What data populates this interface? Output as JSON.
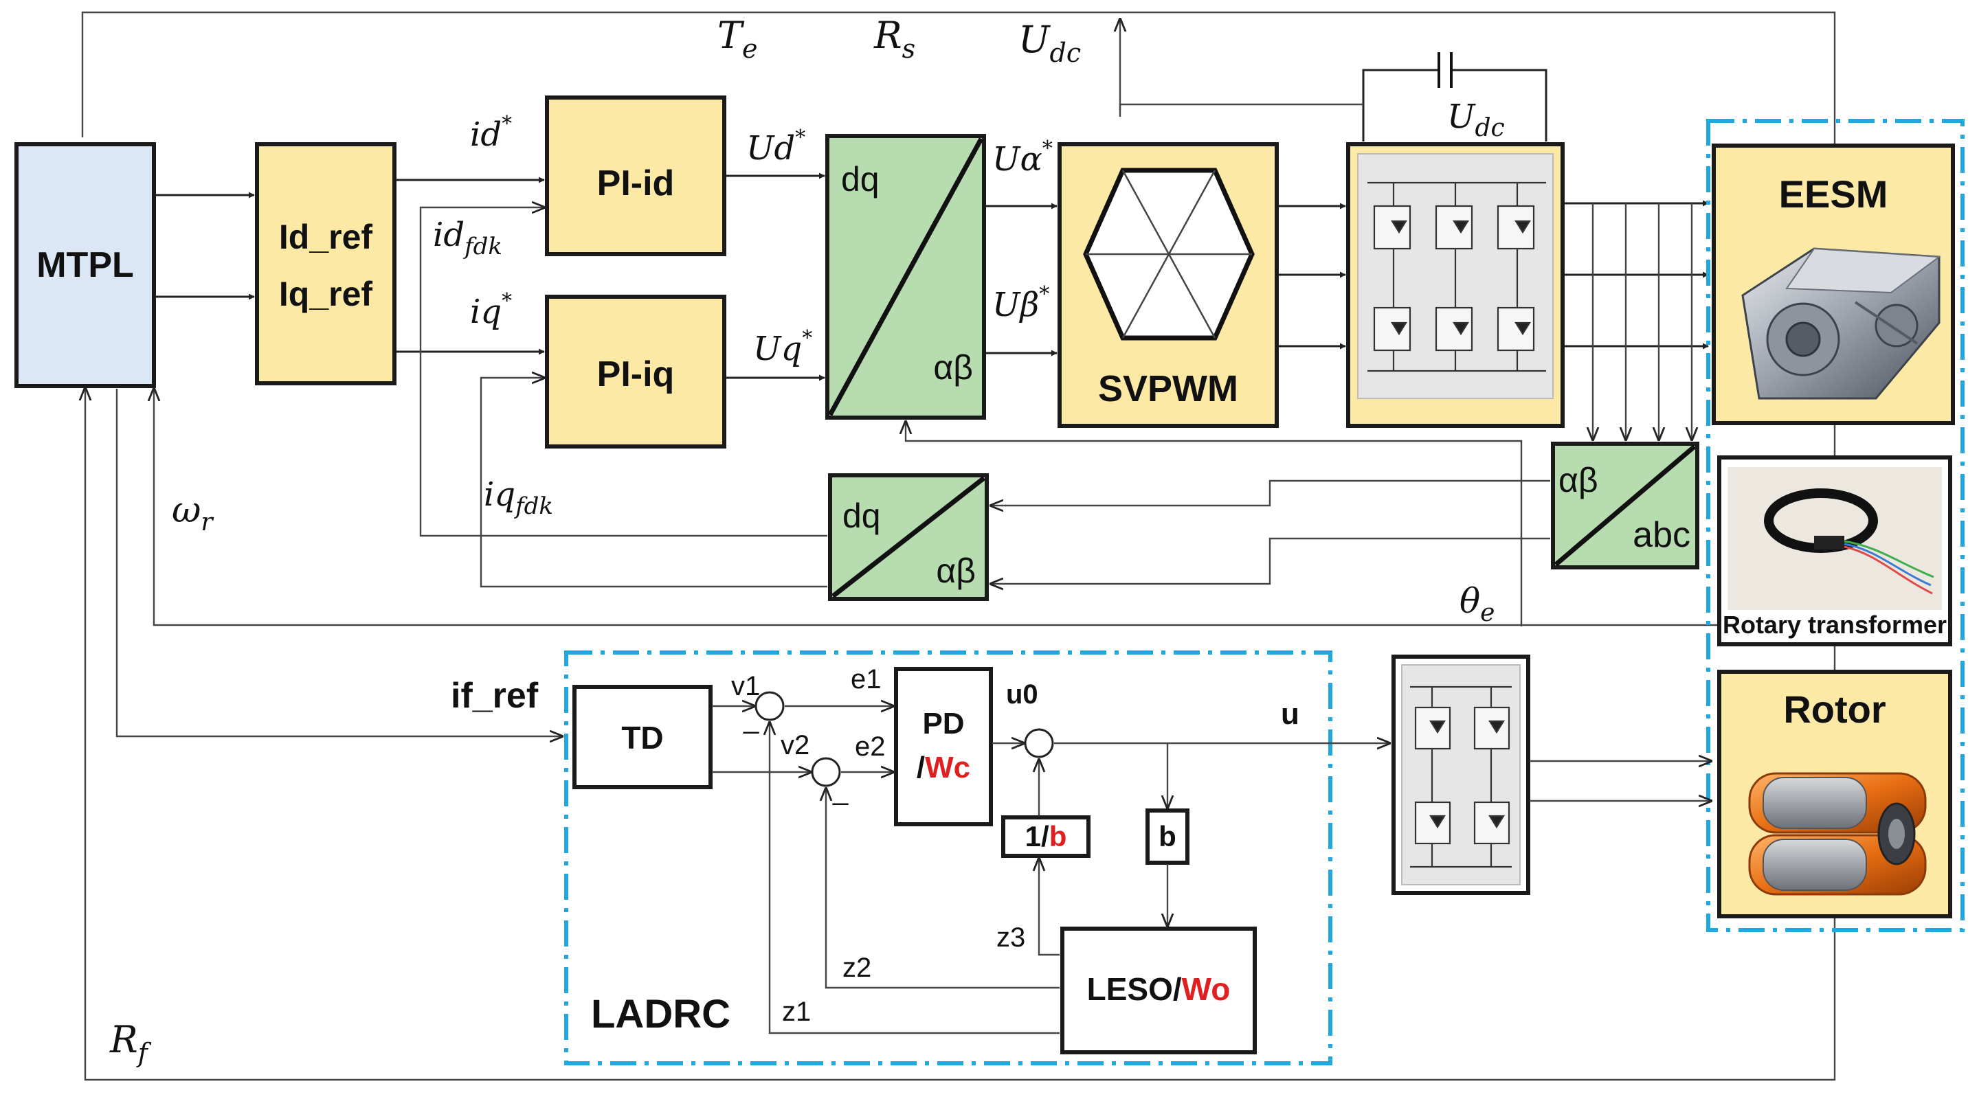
{
  "blocks": {
    "mtpl": "MTPL",
    "idref_line1": "Id_ref",
    "idref_line2": "Iq_ref",
    "pi_id": "PI-id",
    "pi_iq": "PI-iq",
    "dq_top": "dq",
    "ab_top": "αβ",
    "svpwm": "SVPWM",
    "eesm": "EESM",
    "rotary_transformer": "Rotary transformer",
    "rotor": "Rotor",
    "ab_right": "αβ",
    "abc_right": "abc",
    "dq_fb": "dq",
    "ab_fb": "αβ",
    "td": "TD",
    "pd": "PD",
    "pd_slash": "/",
    "pd_wc": "Wc",
    "one_over": "1/",
    "one_over_b": "b",
    "b_block": "b",
    "leso": "LESO/",
    "leso_wo": "Wo",
    "ladrc": "LADRC"
  },
  "signals": {
    "te": "T",
    "te_sub": "e",
    "rs": "R",
    "rs_sub": "s",
    "udc": "U",
    "udc_sub": "dc",
    "udc2": "U",
    "udc2_sub": "dc",
    "id_star": "id",
    "id_fdk": "id",
    "id_fdk_sub": "fdk",
    "iq_star": "iq",
    "iq_fdk": "iq",
    "iq_fdk_sub": "fdk",
    "ud_star": "Ud",
    "uq_star": "Uq",
    "ualpha_star": "Uα",
    "ubeta_star": "Uβ",
    "star": "*",
    "omega_r": "ω",
    "omega_r_sub": "r",
    "theta_e": "θ",
    "theta_e_sub": "e",
    "rf": "R",
    "rf_sub": "f",
    "if_ref": "if_ref",
    "v1": "v1",
    "v2": "v2",
    "e1": "e1",
    "e2": "e2",
    "u0": "u0",
    "u": "u",
    "z1": "z1",
    "z2": "z2",
    "z3": "z3",
    "minus1": "_",
    "minus2": "_"
  },
  "colors": {
    "block_yellow": "#fde9a6",
    "block_blue": "#dbe7f4",
    "block_green": "#b7dcb0",
    "dashed_border": "#22a8e0",
    "highlight_red": "#e02020"
  }
}
